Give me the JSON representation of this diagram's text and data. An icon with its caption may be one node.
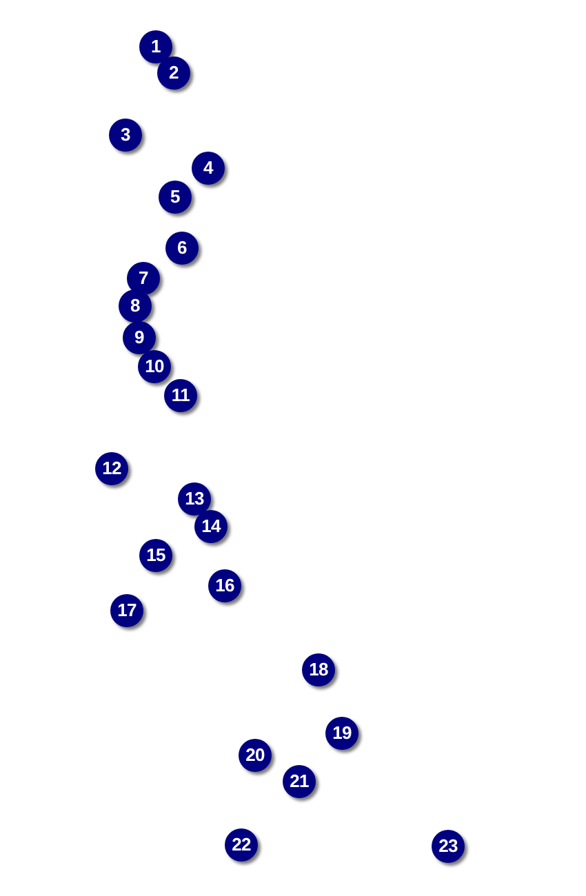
{
  "diagram": {
    "labels": [
      "1",
      "2",
      "3",
      "4",
      "5",
      "6",
      "7",
      "8",
      "9",
      "10",
      "11",
      "12",
      "13",
      "14",
      "15",
      "16",
      "17",
      "18",
      "19",
      "20",
      "21",
      "22",
      "23"
    ]
  }
}
